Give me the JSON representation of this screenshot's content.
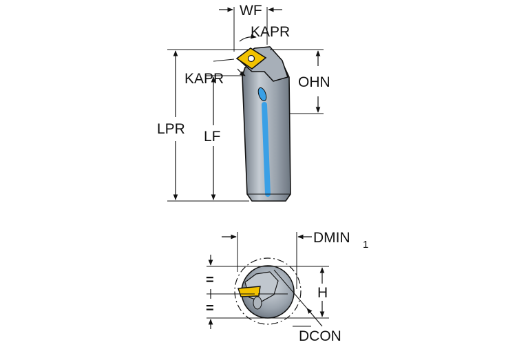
{
  "colors": {
    "tool_body": "#9aa3ad",
    "tool_body_dark": "#6d7681",
    "tool_body_light": "#c5ccd3",
    "coolant": "#3aa0e6",
    "insert": "#f2c200",
    "line": "#111111"
  },
  "labels": {
    "wf": "WF",
    "kapr_top": "KAPR",
    "kapr_left": "KAPR",
    "ohn": "OHN",
    "lpr": "LPR",
    "lf": "LF",
    "dmin": "DMIN",
    "dmin_subscript": "1",
    "h": "H",
    "dcon": "DCON",
    "equal_1": "=",
    "equal_2": "="
  }
}
